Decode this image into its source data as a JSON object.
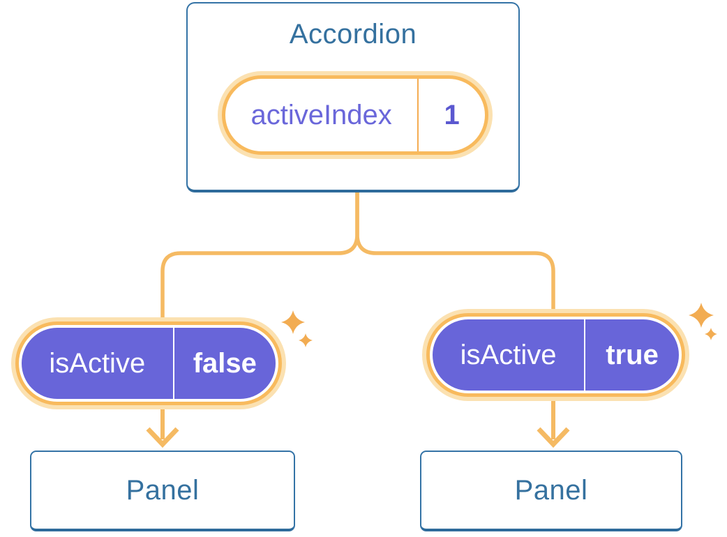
{
  "diagram": {
    "root": {
      "title": "Accordion",
      "state": {
        "label": "activeIndex",
        "value": "1"
      }
    },
    "children": [
      {
        "prop": {
          "label": "isActive",
          "value": "false"
        },
        "panel_title": "Panel"
      },
      {
        "prop": {
          "label": "isActive",
          "value": "true"
        },
        "panel_title": "Panel"
      }
    ]
  },
  "icons": {
    "sparkle": "✦"
  },
  "colors": {
    "background": "#FFFFFF",
    "card_fill": "#FFFFFF",
    "blue_text": "#35719F",
    "blue_border": "#3473A6",
    "blue_border_bottom": "#2E6B9B",
    "orange_ring": "#F8BA5D",
    "orange_glow": "#FBE1B1",
    "orange_line": "#F5BA63",
    "orange_divider": "#F5AC52",
    "sparkle": "#F2AC52",
    "purple_fill": "#6865D9",
    "purple_label_text": "#6A67DA",
    "purple_value_text": "#5B58D0",
    "pill_text": "#FFFFFF"
  }
}
